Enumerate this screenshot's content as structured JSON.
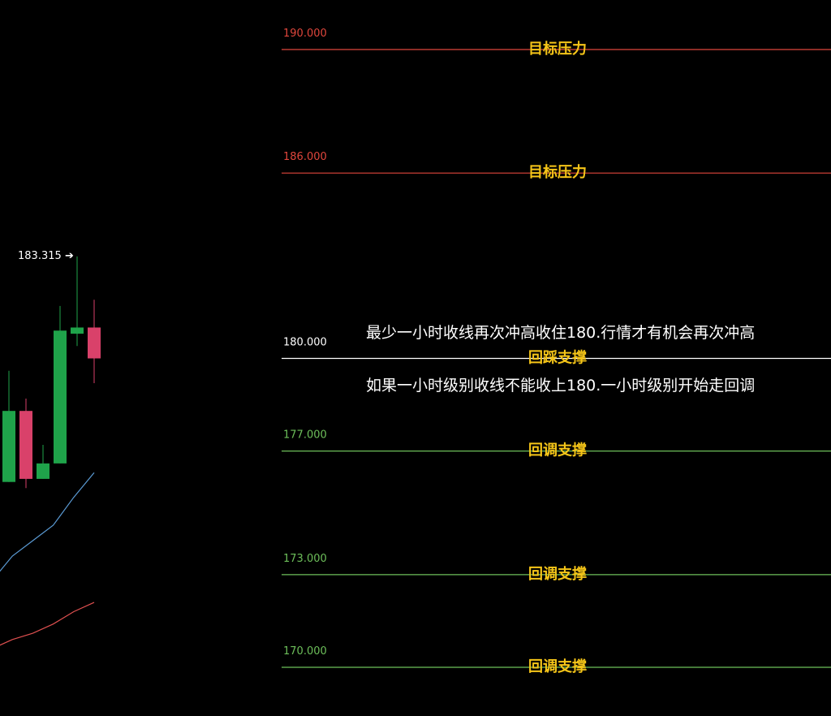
{
  "chart_data": {
    "type": "candlestick",
    "last_price": {
      "text": "183.315",
      "value": 183.315
    },
    "candles": [
      {
        "open": 176.0,
        "high": 179.6,
        "low": 176.0,
        "close": 178.3,
        "bull": true
      },
      {
        "open": 178.3,
        "high": 178.7,
        "low": 175.8,
        "close": 176.1,
        "bull": false
      },
      {
        "open": 176.1,
        "high": 177.2,
        "low": 176.1,
        "close": 176.6,
        "bull": true
      },
      {
        "open": 176.6,
        "high": 181.7,
        "low": 176.6,
        "close": 180.9,
        "bull": true
      },
      {
        "open": 180.8,
        "high": 183.3,
        "low": 180.4,
        "close": 181.0,
        "bull": true
      },
      {
        "open": 181.0,
        "high": 181.9,
        "low": 179.2,
        "close": 180.0,
        "bull": false
      }
    ],
    "moving_averages": [
      {
        "color": "#5b9bd5",
        "values": [
          172.8,
          173.6,
          174.1,
          174.6,
          175.5,
          176.3
        ]
      },
      {
        "color": "#e05050",
        "values": [
          170.6,
          170.9,
          171.1,
          171.4,
          171.8,
          172.1
        ]
      }
    ],
    "levels": [
      {
        "price": "190.000",
        "value": 190.0,
        "label": "目标压力",
        "color": "#e0463c",
        "price_color": "#e0463c"
      },
      {
        "price": "186.000",
        "value": 186.0,
        "label": "目标压力",
        "color": "#e0463c",
        "price_color": "#e0463c"
      },
      {
        "price": "180.000",
        "value": 180.0,
        "label": "回踩支撑",
        "color": "#ffffff",
        "price_color": "#ffffff"
      },
      {
        "price": "177.000",
        "value": 177.0,
        "label": "回调支撑",
        "color": "#6dbf5a",
        "price_color": "#6dbf5a"
      },
      {
        "price": "173.000",
        "value": 173.0,
        "label": "回调支撑",
        "color": "#6dbf5a",
        "price_color": "#6dbf5a"
      },
      {
        "price": "170.000",
        "value": 170.0,
        "label": "回调支撑",
        "color": "#6dbf5a",
        "price_color": "#6dbf5a"
      }
    ],
    "annotations": [
      "最少一小时收线再次冲高收住180.行情才有机会再次冲高",
      "如果一小时级别收线不能收上180.一小时级别开始走回调"
    ],
    "colors": {
      "background": "#000000",
      "bull": "#1fa34a",
      "bear": "#d9416a",
      "label": "#f5c518"
    }
  }
}
